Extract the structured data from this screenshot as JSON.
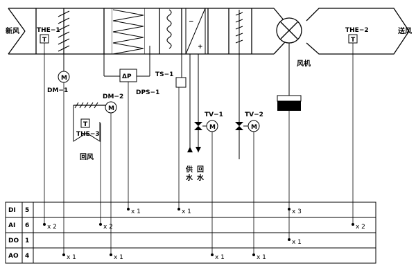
{
  "labels": {
    "fresh_air": "新风",
    "supply_air": "送风",
    "return_air": "回风",
    "fan": "风机",
    "supply_water": "供水",
    "return_water": "回水",
    "the1": "THE−1",
    "the2": "THE−2",
    "the3": "THE−3",
    "dm1": "DM−1",
    "dm2": "DM−2",
    "dps1": "DPS−1",
    "ts1": "TS−1",
    "tv1": "TV−1",
    "tv2": "TV−2",
    "t_symbol": "T",
    "m_symbol": "M",
    "dp_symbol": "ΔP",
    "minus_sign": "−",
    "plus_sign": "+"
  },
  "io_table": {
    "rows": [
      {
        "type": "DI",
        "count": "5"
      },
      {
        "type": "AI",
        "count": "6"
      },
      {
        "type": "DO",
        "count": "1"
      },
      {
        "type": "AO",
        "count": "4"
      }
    ]
  },
  "io_points": {
    "dps1_di": "x 1",
    "ts1_di": "x 1",
    "fan_di": "x 3",
    "the1_ai": "x 2",
    "the3_ai": "x 2",
    "the2_ai": "x 2",
    "fan_do": "x 1",
    "dm1_ao": "x 1",
    "dm2_ao": "x 1",
    "tv1_ao": "x 1",
    "tv2_ao": "x 1"
  }
}
